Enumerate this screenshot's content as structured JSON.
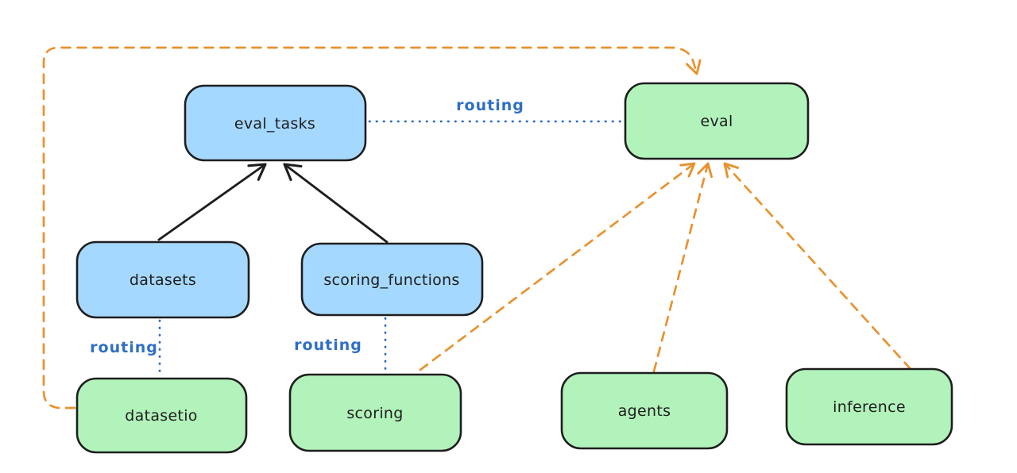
{
  "colors": {
    "background": "#ffffff",
    "blue_node_fill": "#a5d8ff",
    "green_node_fill": "#b2f2bb",
    "node_stroke": "#1e1e1e",
    "routing_blue": "#2f6fc5",
    "orange_accent": "#e8922f"
  },
  "nodes": {
    "eval_tasks": {
      "label": "eval_tasks",
      "fill": "blue"
    },
    "eval": {
      "label": "eval",
      "fill": "green"
    },
    "datasets": {
      "label": "datasets",
      "fill": "blue"
    },
    "scoring_functions": {
      "label": "scoring_functions",
      "fill": "blue"
    },
    "datasetio": {
      "label": "datasetio",
      "fill": "green"
    },
    "scoring": {
      "label": "scoring",
      "fill": "green"
    },
    "agents": {
      "label": "agents",
      "fill": "green"
    },
    "inference": {
      "label": "inference",
      "fill": "green"
    }
  },
  "edges": [
    {
      "from": "datasets",
      "to": "eval_tasks",
      "style": "solid-arrow",
      "color": "black",
      "label": ""
    },
    {
      "from": "scoring_functions",
      "to": "eval_tasks",
      "style": "solid-arrow",
      "color": "black",
      "label": ""
    },
    {
      "from": "eval_tasks",
      "to": "eval",
      "style": "dotted-line",
      "color": "blue",
      "label": "routing"
    },
    {
      "from": "datasets",
      "to": "datasetio",
      "style": "dotted-line",
      "color": "blue",
      "label": "routing"
    },
    {
      "from": "scoring_functions",
      "to": "scoring",
      "style": "dotted-line",
      "color": "blue",
      "label": "routing"
    },
    {
      "from": "datasetio",
      "to": "eval",
      "style": "dashed-arrow",
      "color": "orange",
      "label": ""
    },
    {
      "from": "scoring",
      "to": "eval",
      "style": "dashed-arrow",
      "color": "orange",
      "label": ""
    },
    {
      "from": "agents",
      "to": "eval",
      "style": "dashed-arrow",
      "color": "orange",
      "label": ""
    },
    {
      "from": "inference",
      "to": "eval",
      "style": "dashed-arrow",
      "color": "orange",
      "label": ""
    }
  ]
}
